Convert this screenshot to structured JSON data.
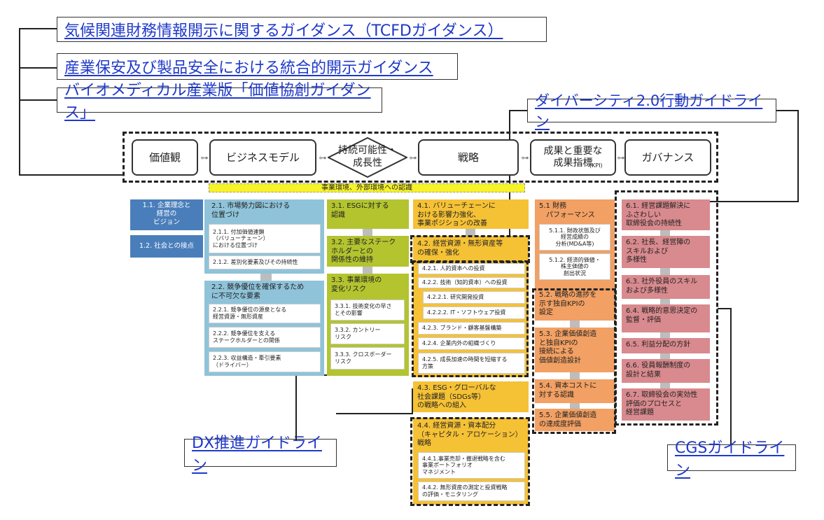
{
  "guidelines": {
    "tcfd": "気候関連財務情報開示に関するガイダンス（TCFDガイダンス）",
    "safety": "産業保安及び製品安全における統合的開示ガイダンス",
    "bio": "バイオメディカル産業版「価値協創ガイダンス」",
    "diversity": "ダイバーシティ2.0行動ガイドライン",
    "dx": "DX推進ガイドライン",
    "cgs": "CGSガイドライン"
  },
  "framework": {
    "values": "価値観",
    "business_model": "ビジネスモデル",
    "sustainability": "持続可能性・\n成長性",
    "strategy": "戦略",
    "kpi": "成果と重要な\n成果指標",
    "kpi_suffix": "(KPI)",
    "governance": "ガバナンス"
  },
  "env_bar": "事業環境、外部環境への認識",
  "colors": {
    "blue": "#4a7ebb",
    "lightblue": "#8fc3d9",
    "green": "#b3c42f",
    "yellow": "#f5c135",
    "orange": "#f2a063",
    "pink": "#d98a8e",
    "line": "#222222",
    "link": "#1f39c9"
  },
  "col1": [
    {
      "label": "1.1. 企業理念と\n経営の\nビジョン"
    },
    {
      "label": "1.2. 社会との接点"
    }
  ],
  "col2": {
    "h1": "2.1. 市場勢力図における\n位置づけ",
    "s1": [
      "2.1.1. 付加価値連鎖\n（バリューチェーン）\nにおける位置づけ",
      "2.1.2. 差別化要素及びその持続性"
    ],
    "h2": "2.2. 競争優位を確保するため\nに不可欠な要素",
    "s2": [
      "2.2.1. 競争優位の源泉となる\n経営資源・無形資産",
      "2.2.2. 競争優位を支える\nステークホルダーとの関係",
      "2.2.3. 収益構造・牽引要素\n（ドライバー）"
    ]
  },
  "col3": {
    "h1": "3.1. ESGに対する\n認識",
    "h2": "3.2. 主要なステーク\nホルダーとの\n関係性の維持",
    "h3": "3.3. 事業環境の\n変化リスク",
    "s3": [
      "3.3.1. 技術変化の早さ\nとその影響",
      "3.3.2. カントリー\nリスク",
      "3.3.3. クロスボーダー\nリスク"
    ]
  },
  "col4": {
    "h1": "4.1. バリューチェーンに\nおける影響力強化、\n事業ポジションの改善",
    "h2": "4.2. 経営資源・無形資産等\nの確保・強化",
    "s2": [
      "4.2.1. 人的資本への投資",
      "4.2.2. 技術（知的資本）への投資",
      "4.2.2.1. 研究開発投資",
      "4.2.2.2. IT・ソフトウェア投資",
      "4.2.3. ブランド・顧客基盤構築",
      "4.2.4. 企業内外の組織づくり",
      "4.2.5. 成長加速の時間を短縮する\n方策"
    ],
    "h3": "4.3. ESG・グローバルな\n社会課題（SDGs等）\nの戦略への組入",
    "h4": "4.4. 経営資源・資本配分\n（キャピタル・アロケーション）\n戦略",
    "s4": [
      "4.4.1.事業売却・撤退戦略を含む\n事業ポートフォリオ\nマネジメント",
      "4.4.2. 無形資産の測定と投資戦略\nの評価・モニタリング"
    ]
  },
  "col5": {
    "h1": "5.1 財務\n　パフォーマンス",
    "s1": [
      "5.1.1. 財政状態及び\n経営成績の\n分析(MD&A等)",
      "5.1.2. 経済的価値・\n株主価値の\n創出状況"
    ],
    "h2": "5.2. 戦略の進捗を\n示す独自KPIの\n設定",
    "h3": "5.3. 企業価値創造\nと独自KPIの\n接続による\n価値創造設計",
    "h4": "5.4. 資本コストに\n対する認識",
    "h5": "5.5. 企業価値創造\nの達成度評価"
  },
  "col6": [
    "6.1. 経営課題解決に\nふさわしい\n取締役会の持続性",
    "6.2. 社長、経営陣の\nスキルおよび\n多様性",
    "6.3. 社外役員のスキル\nおよび多様性",
    "6.4. 戦略的意思決定の\n監督・評価",
    "6.5. 利益分配の方針",
    "6.6. 役員報酬制度の\n設計と結果",
    "6.7. 取締役会の実効性\n評価のプロセスと\n経営課題"
  ]
}
